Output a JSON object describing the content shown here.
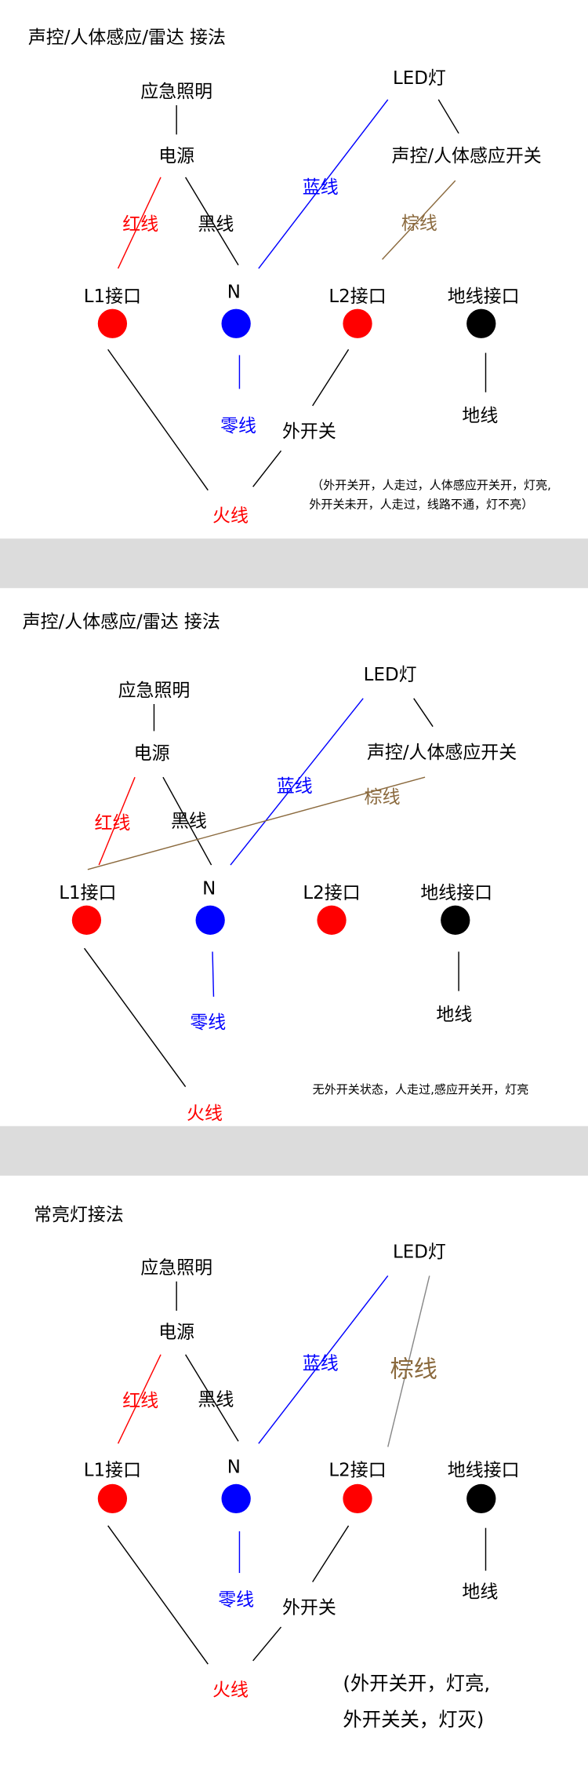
{
  "sections": [
    {
      "title": "声控/人体感应/雷达 接法",
      "emergency": "应急照明",
      "power": "电源",
      "led": "LED灯",
      "switch": "声控/人体感应开关",
      "red_wire": "红线",
      "black_wire": "黑线",
      "blue_wire": "蓝线",
      "brown_wire": "棕线",
      "l1": "L1接口",
      "n": "N",
      "l2": "L2接口",
      "ground_port": "地线接口",
      "neutral": "零线",
      "ext_switch": "外开关",
      "live": "火线",
      "ground": "地线",
      "note": [
        "（外开关开，人走过，人体感应开关开，灯亮,",
        "外开关未开，人走过，线路不通，灯不亮）"
      ]
    },
    {
      "title": "声控/人体感应/雷达  接法",
      "emergency": "应急照明",
      "power": "电源",
      "led": "LED灯",
      "switch": "声控/人体感应开关",
      "red_wire": "红线",
      "black_wire": "黑线",
      "blue_wire": "蓝线",
      "brown_wire": "棕线",
      "l1": "L1接口",
      "n": "N",
      "l2": "L2接口",
      "ground_port": "地线接口",
      "neutral": "零线",
      "live": "火线",
      "ground": "地线",
      "note": [
        "无外开关状态，人走过,感应开关开，灯亮"
      ]
    },
    {
      "title": "常亮灯接法",
      "emergency": "应急照明",
      "power": "电源",
      "led": "LED灯",
      "red_wire": "红线",
      "black_wire": "黑线",
      "blue_wire": "蓝线",
      "brown_wire": "棕线",
      "l1": "L1接口",
      "n": "N",
      "l2": "L2接口",
      "ground_port": "地线接口",
      "neutral": "零线",
      "ext_switch": "外开关",
      "live": "火线",
      "ground": "地线",
      "note": [
        "(外开关开，灯亮,",
        "外开关关，灯灭)"
      ]
    }
  ],
  "colors": {
    "red": "#ff0000",
    "blue": "#0000ff",
    "black": "#000000",
    "brown": "#8b6a3e",
    "separator": "#dcdcdc"
  }
}
